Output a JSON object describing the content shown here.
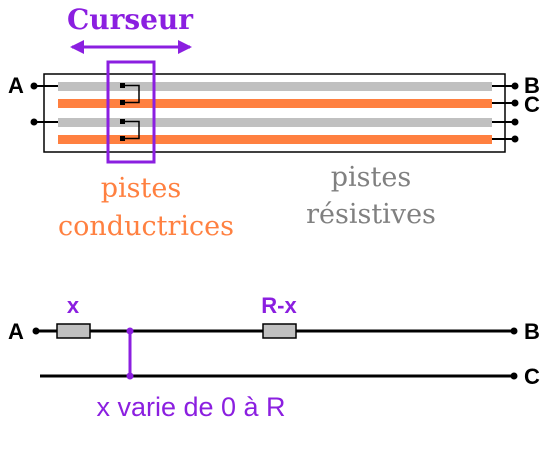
{
  "cursor": {
    "label": "Curseur",
    "color": "#8B1FE0"
  },
  "terminals": {
    "a": "A",
    "b": "B",
    "c": "C"
  },
  "tracks": {
    "conductive": {
      "label_line1": "pistes",
      "label_line2": "conductrices",
      "color": "#FF8040"
    },
    "resistive": {
      "label_line1": "pistes",
      "label_line2": "résistives",
      "color": "#808080",
      "track_color": "#C0C0C0"
    }
  },
  "schematic": {
    "resistor_x_label": "x",
    "resistor_rx_label": "R-x",
    "caption": "x varie de 0 à R",
    "label_color": "#8B1FE0"
  },
  "colors": {
    "wire": "#000000",
    "resistor_fill": "#C0C0C0"
  }
}
